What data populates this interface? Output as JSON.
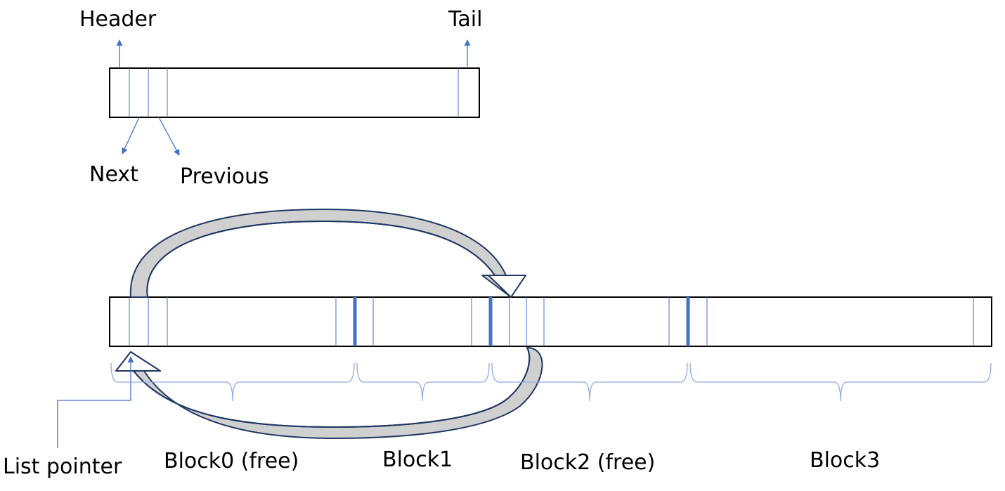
{
  "labels": {
    "header": "Header",
    "tail": "Tail",
    "next": "Next",
    "previous": "Previous",
    "list_pointer": "List pointer",
    "block0": "Block0 (free)",
    "block1": "Block1",
    "block2": "Block2 (free)",
    "block3": "Block3"
  },
  "colors": {
    "outline": "#000000",
    "pointer_line": "#4472c4",
    "brace": "#8faadc",
    "arrow_outline": "#1f3864",
    "arrow_fill": "#d0d0d0"
  }
}
